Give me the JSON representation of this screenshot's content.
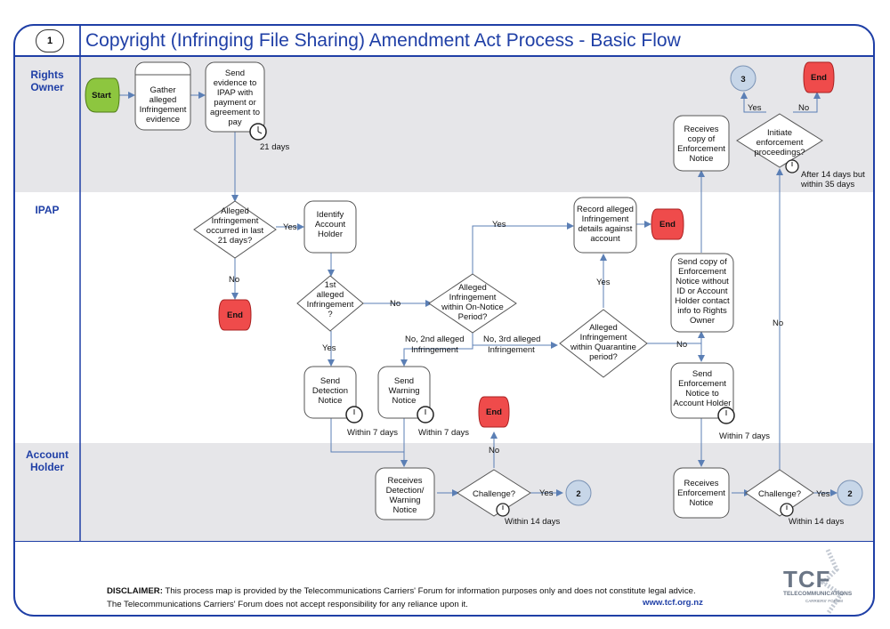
{
  "page_number": "1",
  "title": "Copyright (Infringing File Sharing) Amendment Act Process - Basic Flow",
  "lanes": [
    "Rights Owner",
    "IPAP",
    "Account Holder"
  ],
  "nodes": {
    "start": "Start",
    "gather": [
      "Gather",
      "alleged",
      "Infringement",
      "evidence"
    ],
    "send_evidence": [
      "Send",
      "evidence to",
      "IPAP with",
      "payment or",
      "agreement to",
      "pay"
    ],
    "alleged_21": [
      "Alleged",
      "Infringement",
      "occurred in last",
      "21 days?"
    ],
    "identify": [
      "Identify",
      "Account",
      "Holder"
    ],
    "first_alleged": [
      "1st",
      "alleged",
      "Infringement",
      "?"
    ],
    "on_notice": [
      "Alleged",
      "Infringement",
      "within On-Notice",
      "Period?"
    ],
    "record": [
      "Record alleged",
      "Infringement",
      "details against",
      "account"
    ],
    "quarantine": [
      "Alleged",
      "Infringement",
      "within Quarantine",
      "period?"
    ],
    "send_copy": [
      "Send copy of",
      "Enforcement",
      "Notice without",
      "ID or Account",
      "Holder contact",
      "info to Rights",
      "Owner"
    ],
    "receives_copy": [
      "Receives",
      "copy of",
      "Enforcement",
      "Notice"
    ],
    "initiate": [
      "Initiate",
      "enforcement",
      "proceedings?"
    ],
    "send_detection": [
      "Send",
      "Detection",
      "Notice"
    ],
    "send_warning": [
      "Send",
      "Warning",
      "Notice"
    ],
    "send_enforcement": [
      "Send",
      "Enforcement",
      "Notice to",
      "Account Holder"
    ],
    "receives_dw": [
      "Receives",
      "Detection/",
      "Warning",
      "Notice"
    ],
    "challenge_1": "Challenge?",
    "receives_enf": [
      "Receives",
      "Enforcement",
      "Notice"
    ],
    "challenge_2": "Challenge?",
    "end": "End",
    "connector_3": "3",
    "connector_2": "2"
  },
  "labels": {
    "yes": "Yes",
    "no": "No",
    "no_2nd": "No, 2nd alleged",
    "no_3rd": "No, 3rd alleged",
    "infringement": "Infringement",
    "days_21": "21 days",
    "within_7": "Within 7 days",
    "within_14": "Within 14 days",
    "after_14": "After 14 days but",
    "within_35": "within 35 days"
  },
  "disclaimer_label": "DISCLAIMER:",
  "disclaimer_1": "This process map is provided by the Telecommunications Carriers' Forum for information purposes only and does not constitute legal advice.",
  "disclaimer_2": "The Telecommunications Carriers' Forum  does not accept responsibility for any reliance upon it.",
  "website": "www.tcf.org.nz",
  "logo": "TCF",
  "logo_sub": "TELECOMMUNICATIONS",
  "logo_sub2": "CARRIERS' FORUM",
  "colors": {
    "accent": "#1f3fa6",
    "lane_fill": "#e6e6e9",
    "start_fill": "#8dc63f",
    "end_fill": "#ef4b4b",
    "connector_fill": "#c7d6e8",
    "arrow": "#5b7fb5"
  }
}
